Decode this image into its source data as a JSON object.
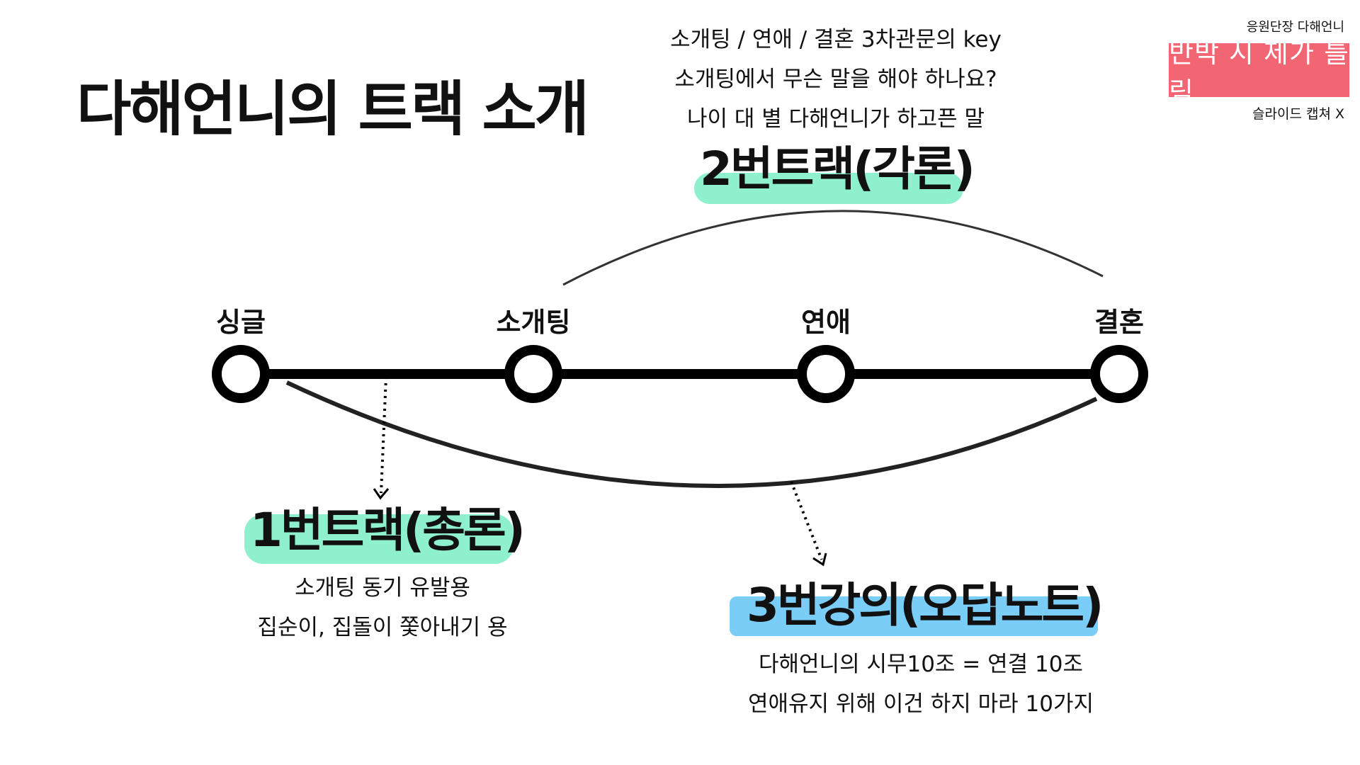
{
  "title": "다해언니의 트랙 소개",
  "corner": {
    "top_text": "응원단장 다해언니",
    "badge_text": "반박 시 제가 틀림",
    "bottom_text": "슬라이드 캡쳐 X"
  },
  "stages": [
    "싱글",
    "소개팅",
    "연애",
    "결혼"
  ],
  "tracks": {
    "track1": {
      "title": "1번트랙(총론)",
      "notes": [
        "소개팅 동기 유발용",
        "집순이, 집돌이 쫓아내기 용"
      ]
    },
    "track2": {
      "title": "2번트랙(각론)",
      "notes": [
        "소개팅 / 연애 / 결혼 3차관문의 key",
        "소개팅에서 무슨 말을 해야 하나요?",
        "나이 대 별 다해언니가 하고픈 말"
      ]
    },
    "track3": {
      "title": "3번강의(오답노트)",
      "notes": [
        "다해언니의 시무10조 = 연결 10조",
        "연애유지 위해 이건 하지 마라 10가지"
      ]
    }
  },
  "colors": {
    "badge": "#f26572",
    "highlight_green": "#8ef0cc",
    "highlight_blue": "#79cdf6",
    "line": "#000000"
  }
}
